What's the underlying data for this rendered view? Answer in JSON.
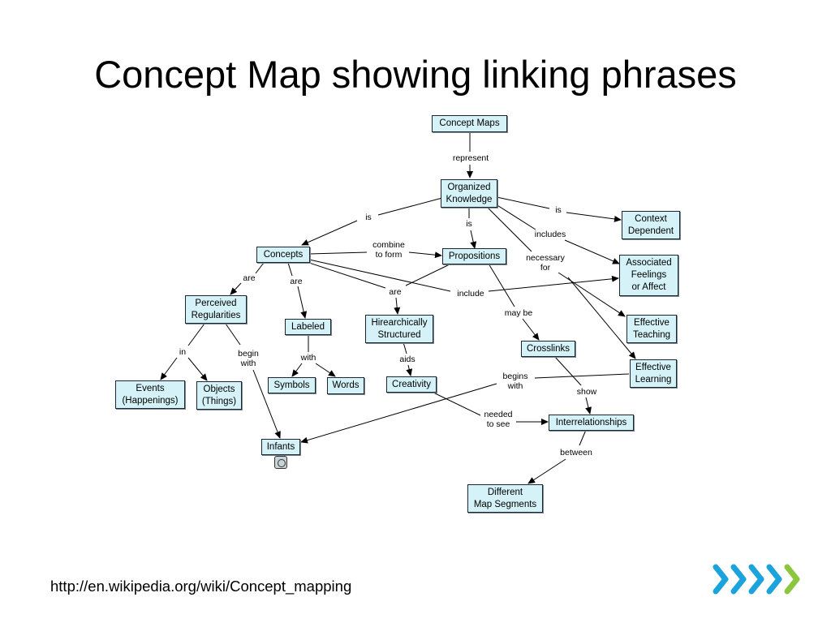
{
  "title": "Concept Map showing linking phrases",
  "source_url": "http://en.wikipedia.org/wiki/Concept_mapping",
  "nodes": {
    "concept_maps": "Concept Maps",
    "organized_knowledge": "Organized\nKnowledge",
    "context_dependent": "Context\nDependent",
    "concepts": "Concepts",
    "propositions": "Propositions",
    "associated_feelings": "Associated\nFeelings\nor Affect",
    "perceived_regularities": "Perceived\nRegularities",
    "labeled": "Labeled",
    "hierarchically_structured": "Hirearchically\nStructured",
    "effective_teaching": "Effective\nTeaching",
    "crosslinks": "Crosslinks",
    "effective_learning": "Effective\nLearning",
    "events": "Events\n(Happenings)",
    "objects": "Objects\n(Things)",
    "symbols": "Symbols",
    "words": "Words",
    "creativity": "Creativity",
    "interrelationships": "Interrelationships",
    "infants": "Infants",
    "different_map_segments": "Different\nMap Segments"
  },
  "links": {
    "represent": "represent",
    "is_concepts": "is",
    "is_propositions": "is",
    "is_context": "is",
    "includes": "includes",
    "combine_to_form": "combine\nto form",
    "necessary_for": "necessary\nfor",
    "are_perceived": "are",
    "are_labeled": "are",
    "are_hierarchical": "are",
    "include": "include",
    "may_be": "may be",
    "in": "in",
    "begin_with": "begin\nwith",
    "with": "with",
    "aids": "aids",
    "begins_with": "begins\nwith",
    "show": "show",
    "needed_to_see": "needed\nto see",
    "between": "between"
  },
  "colors": {
    "node_fill": "#d4f2f7",
    "node_border": "#1c2530",
    "chevron_blue": "#1aa3dc",
    "chevron_green": "#8cc63f"
  },
  "icons": [
    "info-icon",
    "chevrons-icon"
  ]
}
